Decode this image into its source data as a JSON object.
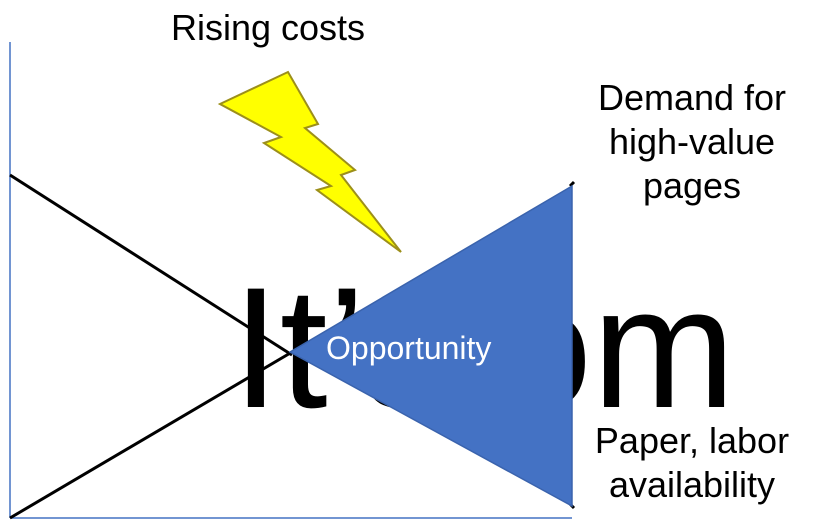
{
  "labels": {
    "top": "Rising costs",
    "top_right": [
      "Demand for",
      "high-value",
      "pages"
    ],
    "bottom_right": [
      "Paper, labor",
      "availability"
    ],
    "center": "Opportunity",
    "background_text": "It’s om"
  },
  "colors": {
    "triangle": "#4472C4",
    "lightning_fill": "#FFFF00",
    "lightning_stroke": "#9C8F1A",
    "axes": "#4472C4",
    "lines": "#000000"
  },
  "icons": {
    "lightning": "lightning-bolt-icon"
  }
}
